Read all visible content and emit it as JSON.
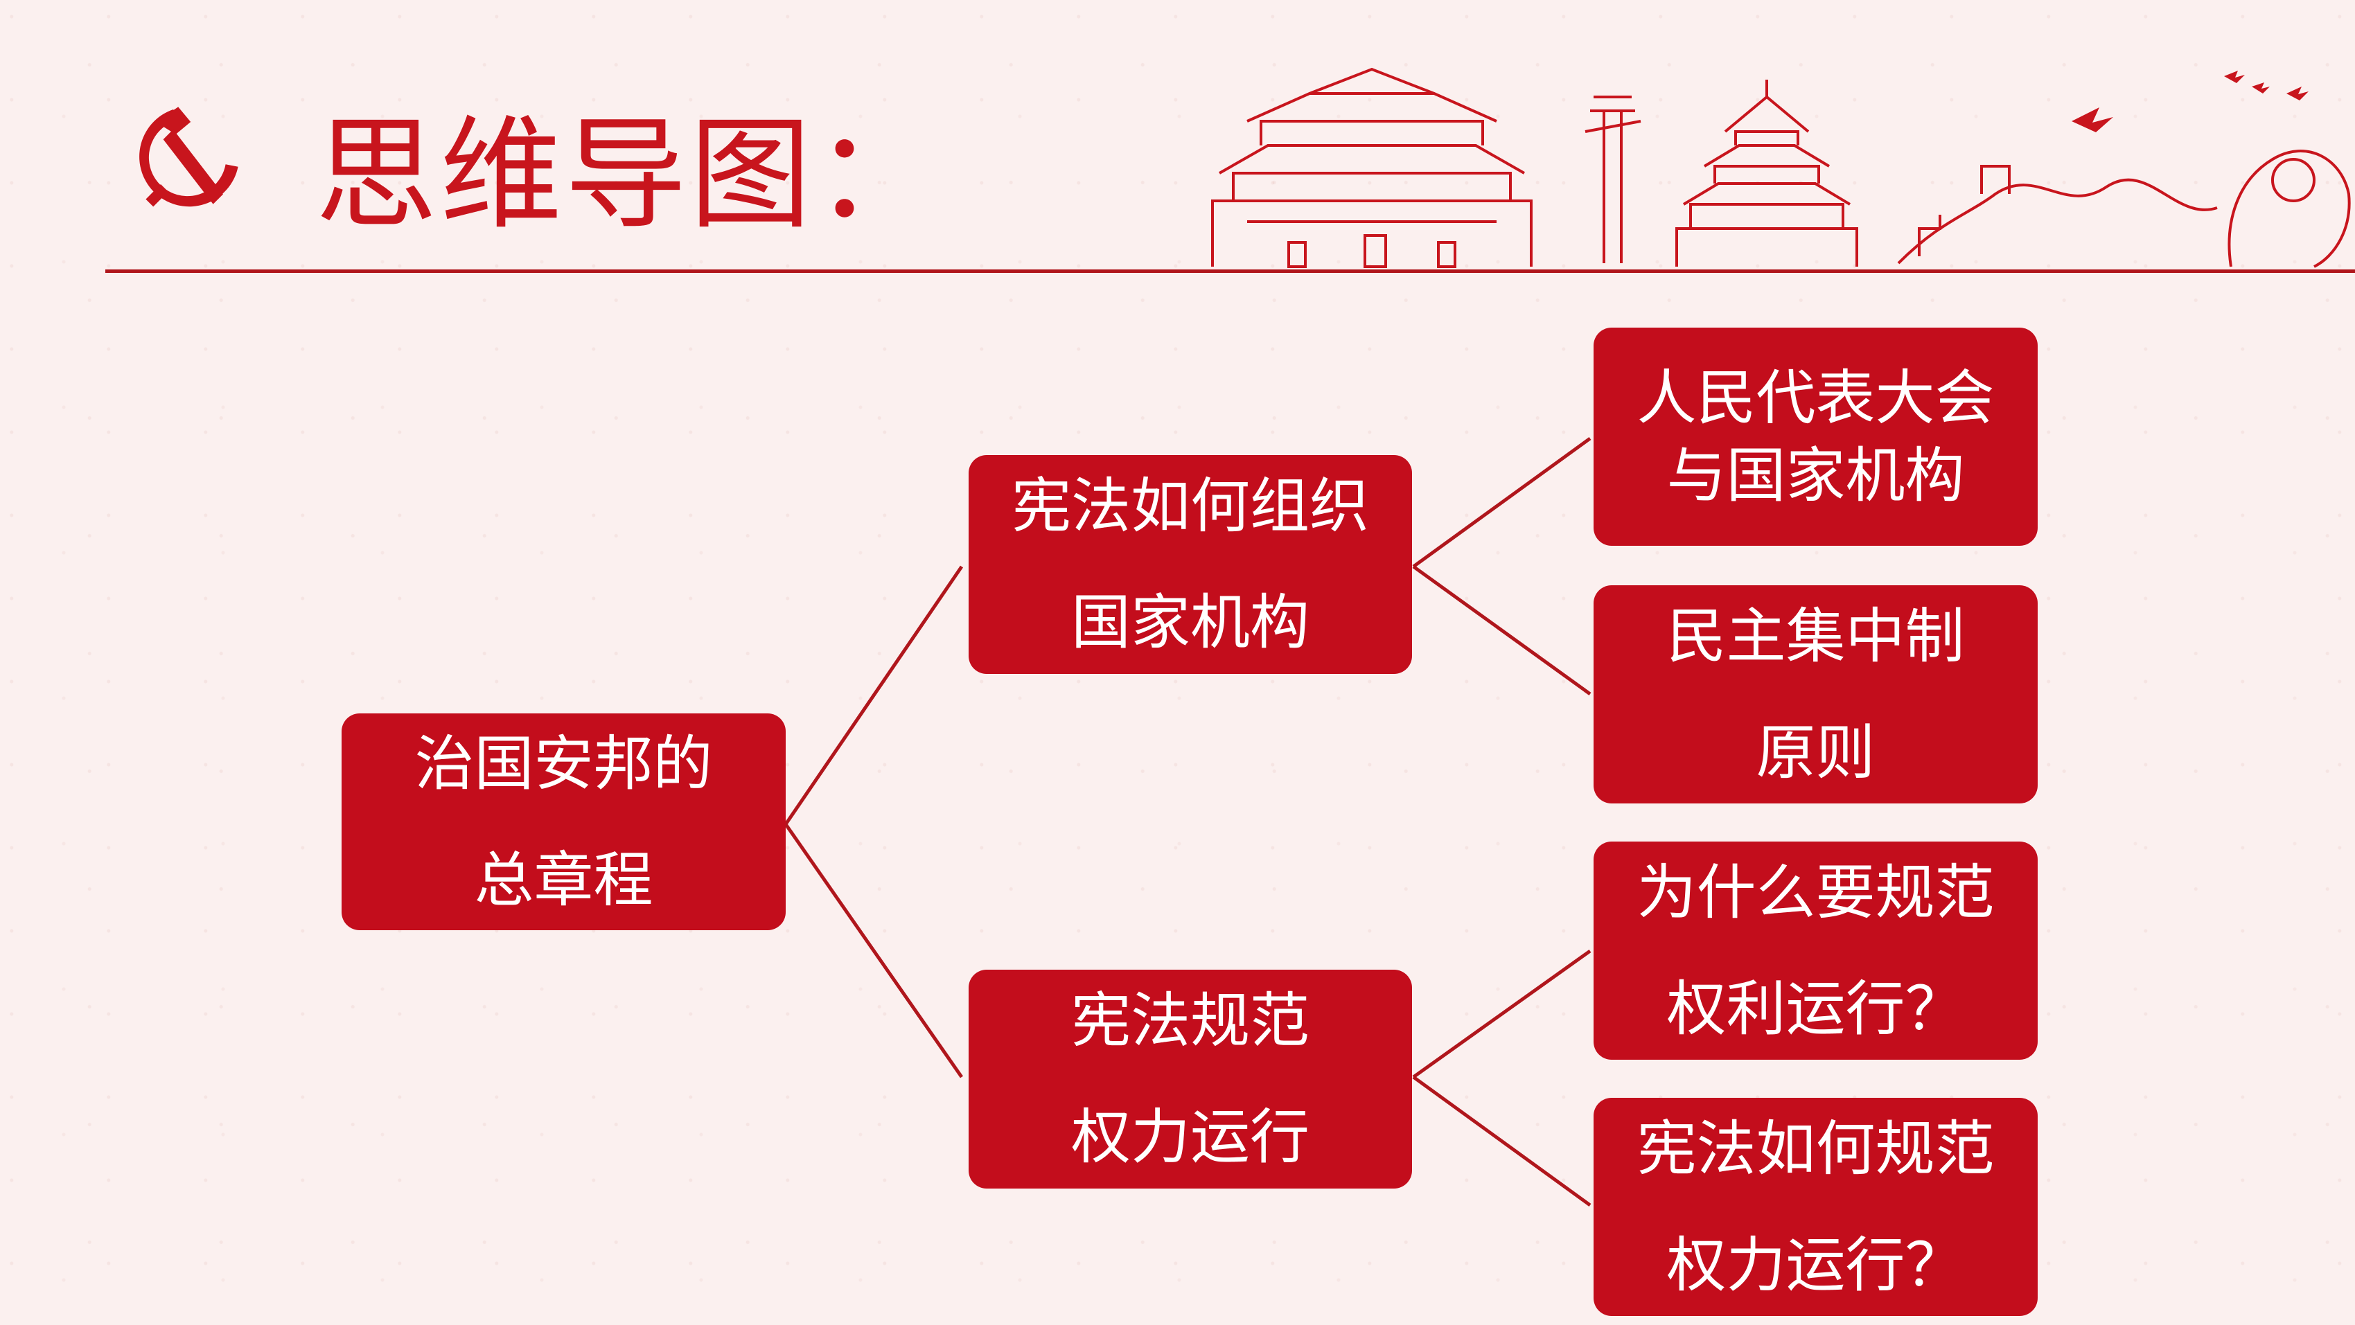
{
  "header": {
    "title": "思维导图：",
    "emblem_icon": "hammer-and-sickle-icon",
    "decoration": "beijing-landmarks-illustration"
  },
  "colors": {
    "accent": "#c30d1c",
    "title": "#c8151d",
    "background": "#fbf0ef",
    "node_text": "#ffffff"
  },
  "mindmap": {
    "root": {
      "line1": "治国安邦的",
      "line2": "总章程"
    },
    "branch1": {
      "line1": "宪法如何组织",
      "line2": "国家机构",
      "leaf1": {
        "line1": "人民代表大会",
        "line2": "与国家机构"
      },
      "leaf2": {
        "line1": "民主集中制",
        "line2": "原则"
      }
    },
    "branch2": {
      "line1": "宪法规范",
      "line2": "权力运行",
      "leaf1": {
        "line1": "为什么要规范",
        "line2": "权利运行？"
      },
      "leaf2": {
        "line1": "宪法如何规范",
        "line2": "权力运行？"
      }
    }
  }
}
